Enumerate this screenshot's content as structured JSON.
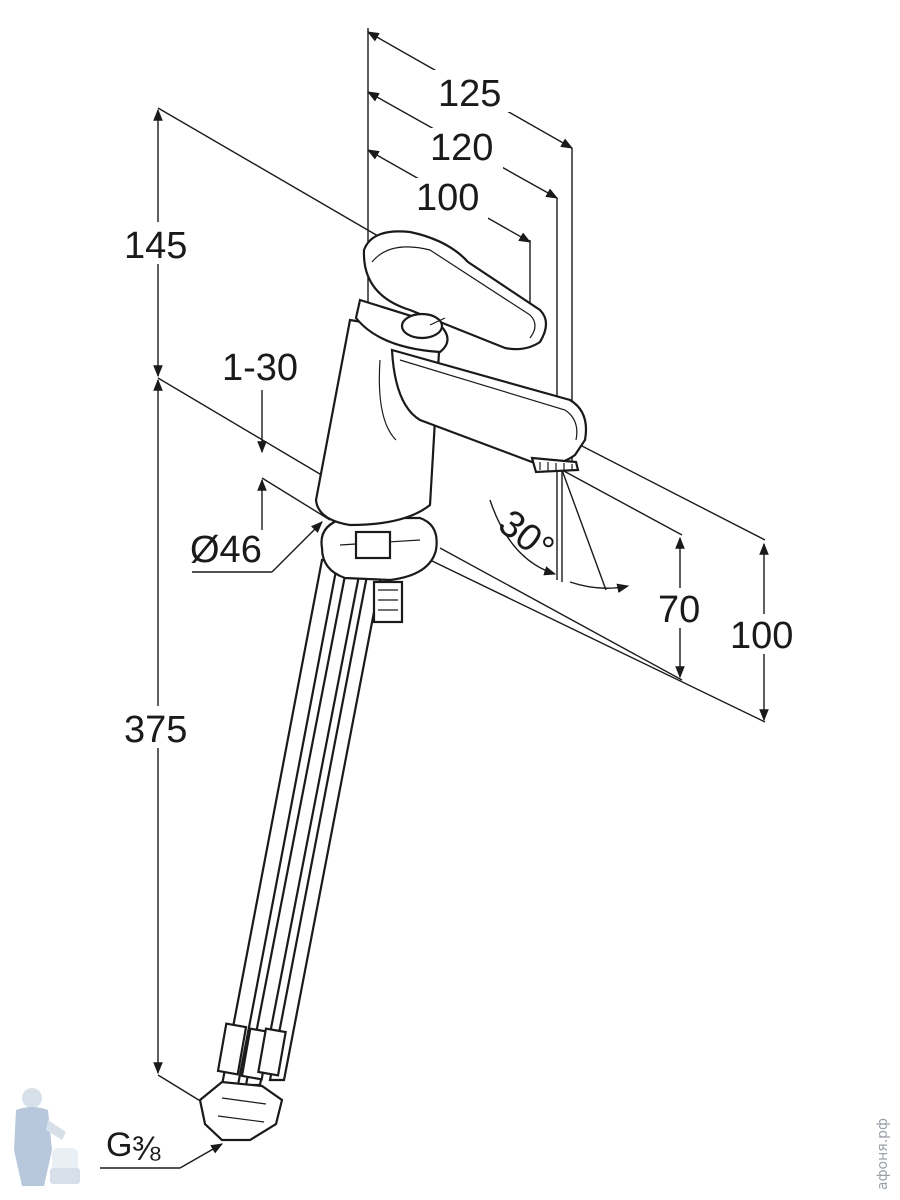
{
  "dimensions": {
    "d125": "125",
    "d120": "120",
    "d100_top": "100",
    "d145": "145",
    "d1_30": "1-30",
    "d46": "Ø46",
    "d30deg": "30°",
    "d70": "70",
    "d100_right": "100",
    "d375": "375",
    "g38_main": "G",
    "g38_frac": "⅜"
  },
  "watermark": "афоня.рф",
  "logo": "plumber-mascot-logo"
}
